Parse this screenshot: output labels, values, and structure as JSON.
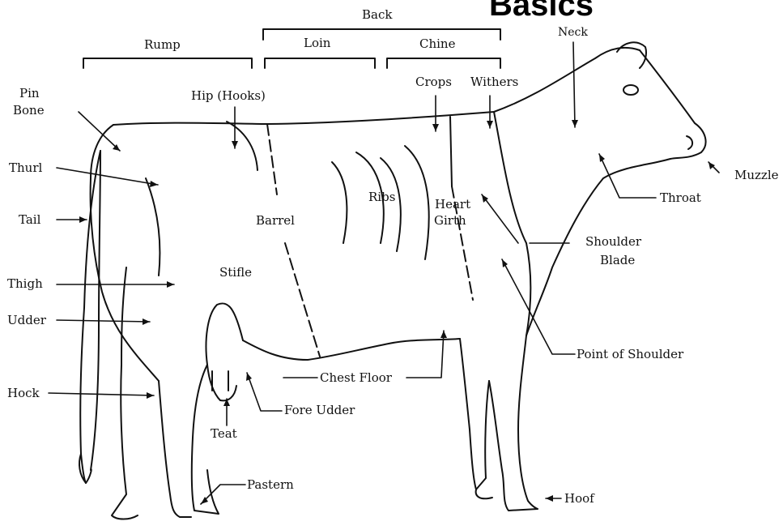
{
  "header": {
    "partial_title": "Basics"
  },
  "groups": {
    "back": "Back",
    "rump": "Rump",
    "loin": "Loin",
    "chine": "Chine"
  },
  "labels": {
    "neck": "Neck",
    "muzzle": "Muzzle",
    "pin_bone_1": "Pin",
    "pin_bone_2": "Bone",
    "hip": "Hip (Hooks)",
    "crops": "Crops",
    "withers": "Withers",
    "thurl": "Thurl",
    "tail": "Tail",
    "thigh": "Thigh",
    "udder": "Udder",
    "hock": "Hock",
    "barrel": "Barrel",
    "ribs": "Ribs",
    "heart_girth_1": "Heart",
    "heart_girth_2": "Girth",
    "stifle": "Stifle",
    "throat": "Throat",
    "shoulder_blade_1": "Shoulder",
    "shoulder_blade_2": "Blade",
    "point_of_shoulder": "Point of Shoulder",
    "chest_floor": "Chest Floor",
    "fore_udder": "Fore Udder",
    "teat": "Teat",
    "pastern": "Pastern",
    "hoof": "Hoof"
  }
}
